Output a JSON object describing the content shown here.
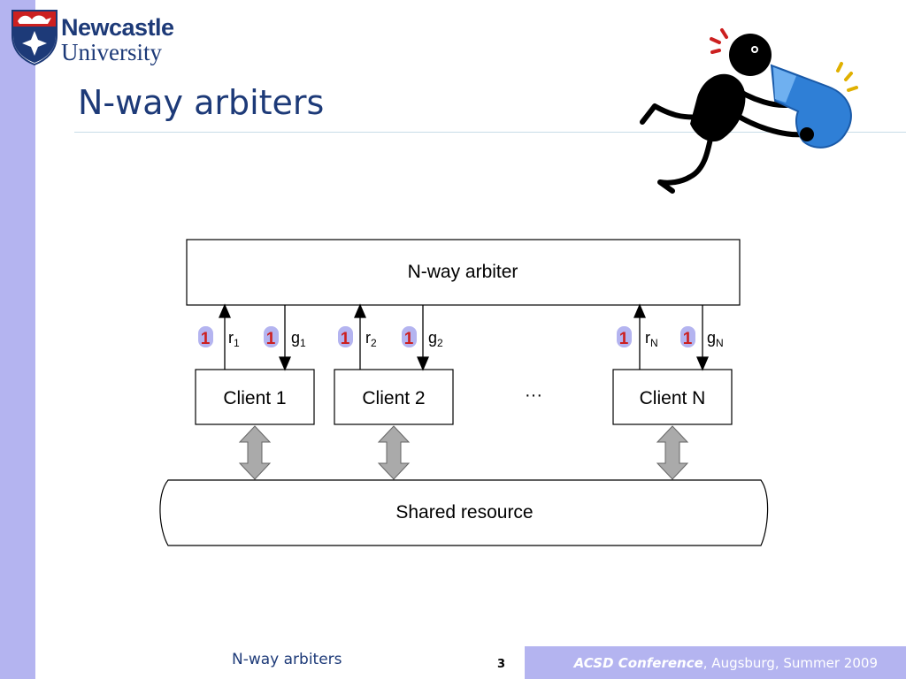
{
  "logo": {
    "line1": "Newcastle",
    "line2": "University"
  },
  "slide": {
    "title": "N-way arbiters"
  },
  "diagram": {
    "arbiter_label": "N-way arbiter",
    "resource_label": "Shared resource",
    "ellipsis": "···",
    "token": "1",
    "clients": [
      {
        "label": "Client 1",
        "req_base": "r",
        "req_sub": "1",
        "grant_base": "g",
        "grant_sub": "1"
      },
      {
        "label": "Client 2",
        "req_base": "r",
        "req_sub": "2",
        "grant_base": "g",
        "grant_sub": "2"
      },
      {
        "label": "Client N",
        "req_base": "r",
        "req_sub": "N",
        "grant_base": "g",
        "grant_sub": "N"
      }
    ]
  },
  "footer": {
    "left": "N-way arbiters",
    "page": "3",
    "conference_name": "ACSD Conference",
    "conference_rest": ", Augsburg, Summer 2009"
  },
  "colors": {
    "navy": "#1d3a78",
    "band": "#b4b4f0",
    "token_fill": "#b4b4f0",
    "token_text": "#cc2020",
    "arrow_fill": "#aaaaaa"
  }
}
